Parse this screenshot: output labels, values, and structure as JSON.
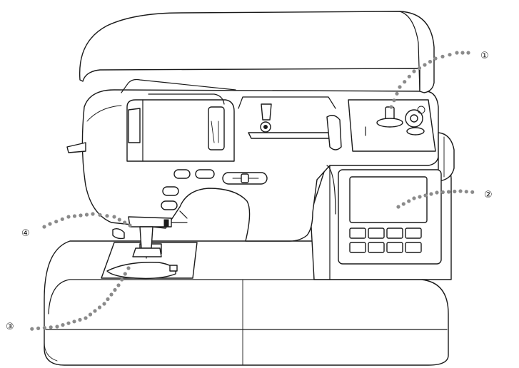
{
  "figure": {
    "subject": "sewing-machine",
    "leader_color": "#8a8a8a",
    "line_color": "#1a1a1a"
  },
  "callouts": [
    {
      "id": "1",
      "label": "①"
    },
    {
      "id": "2",
      "label": "②"
    },
    {
      "id": "3",
      "label": "③"
    },
    {
      "id": "4",
      "label": "④"
    }
  ]
}
